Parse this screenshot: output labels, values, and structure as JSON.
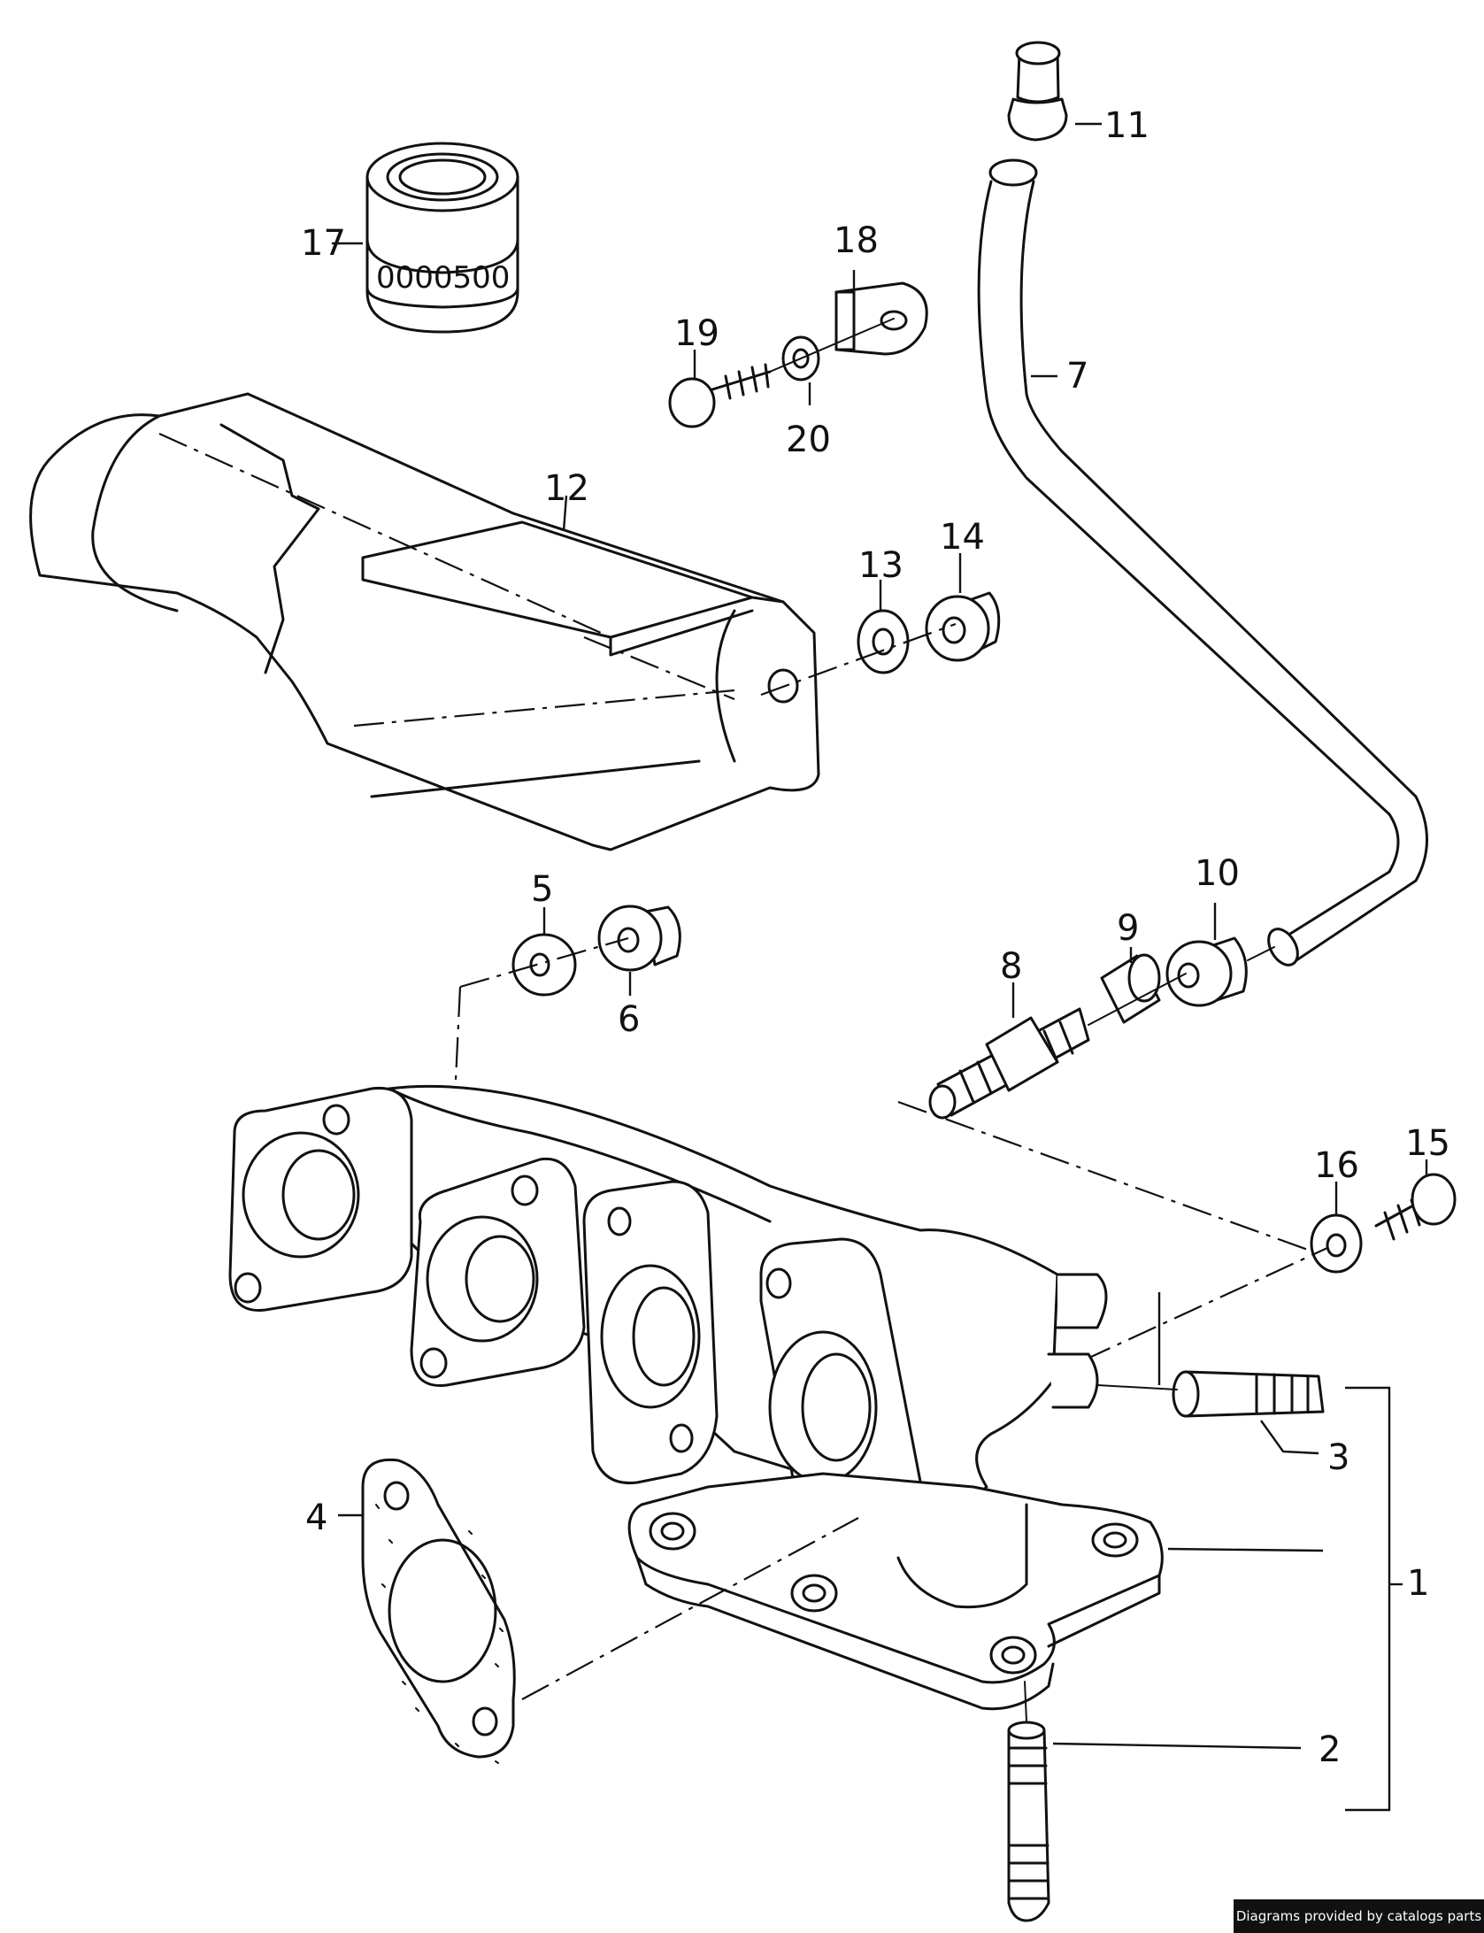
{
  "diagram": {
    "callouts": [
      "1",
      "2",
      "3",
      "4",
      "5",
      "6",
      "7",
      "8",
      "9",
      "10",
      "11",
      "12",
      "13",
      "14",
      "15",
      "16",
      "17",
      "18",
      "19",
      "20"
    ],
    "filter_marking": "0000500",
    "credit": "Diagrams provided by catalogs parts"
  }
}
